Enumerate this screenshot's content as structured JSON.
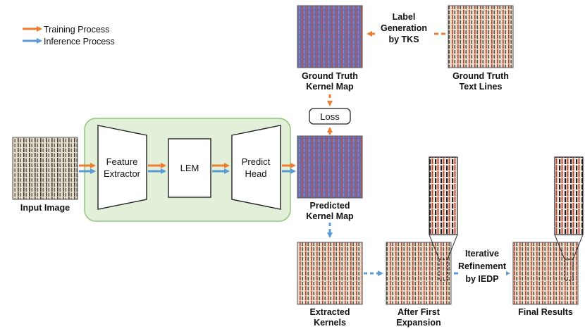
{
  "legend": {
    "training": "Training Process",
    "inference": "Inference Process"
  },
  "labels": {
    "input_image": "Input Image",
    "gt_kernel_1": "Ground Truth",
    "gt_kernel_2": "Kernel Map",
    "gt_text_1": "Ground Truth",
    "gt_text_2": "Text Lines",
    "label_gen_1": "Label",
    "label_gen_2": "Generation",
    "label_gen_3": "by TKS",
    "pred_kernel_1": "Predicted",
    "pred_kernel_2": "Kernel Map",
    "extracted_1": "Extracted",
    "extracted_2": "Kernels",
    "after_first_1": "After First",
    "after_first_2": "Expansion",
    "iter_1": "Iterative",
    "iter_2": "Refinement",
    "iter_3": "by IEDP",
    "final": "Final Results"
  },
  "boxes": {
    "feature_1": "Feature",
    "feature_2": "Extractor",
    "lem": "LEM",
    "predict_1": "Predict",
    "predict_2": "Head",
    "loss": "Loss"
  },
  "colors": {
    "training": "#ed7d31",
    "inference": "#5b9bd5",
    "green_panel": "#e2efd9",
    "green_border": "#8fc47a",
    "doc_bg": "#e6dcc8",
    "kernel_bg": "#6c6ca8"
  }
}
